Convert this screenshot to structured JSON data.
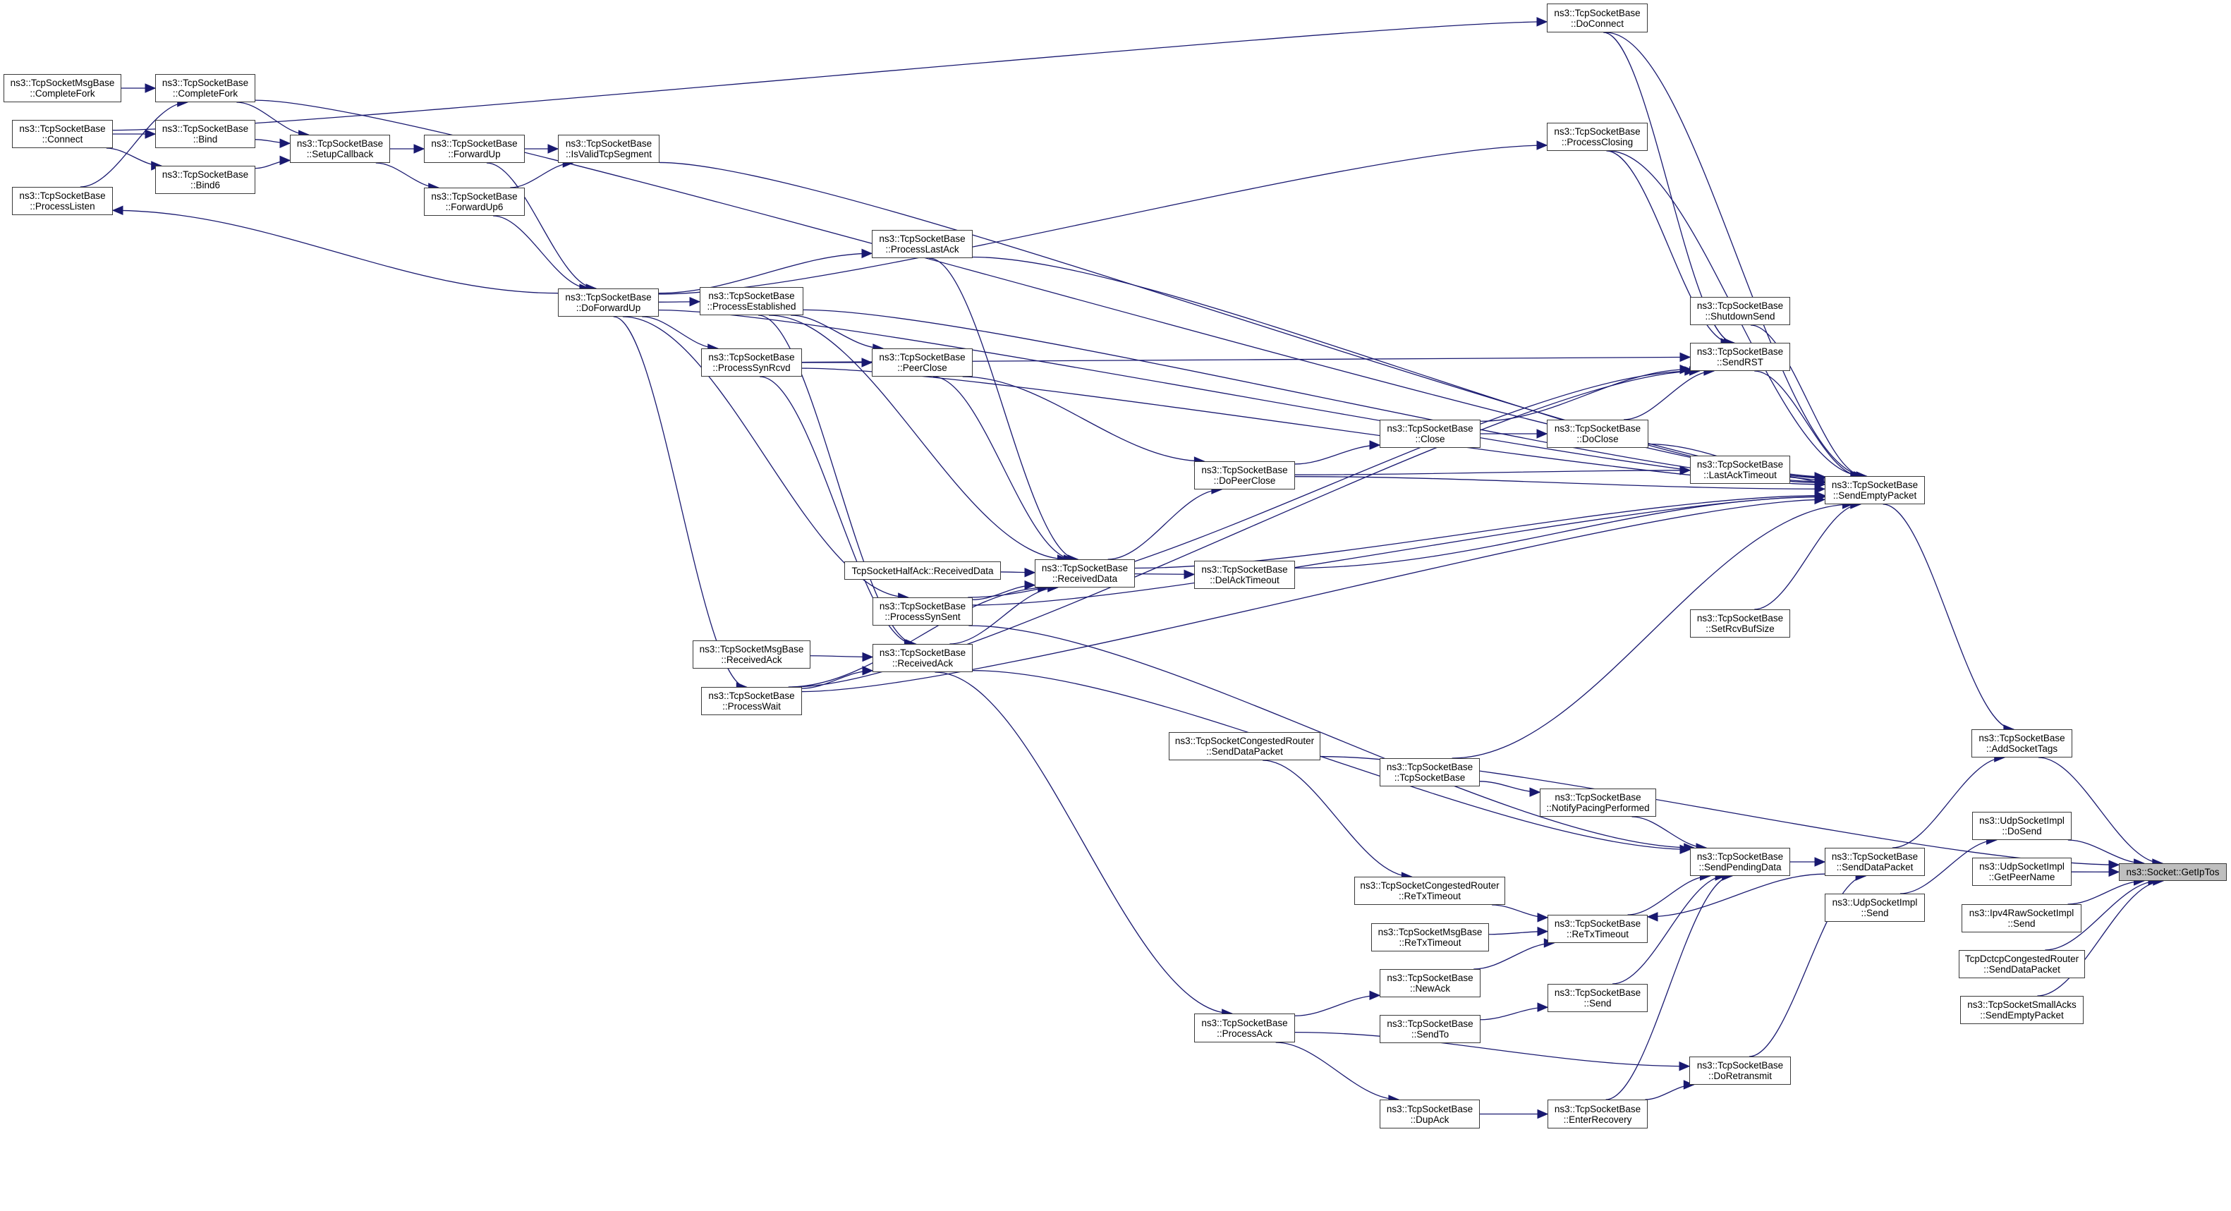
{
  "graph": {
    "title": "Caller graph of ns3::Socket::GetIpTos",
    "root": "getiptos",
    "edge_color": "#191970",
    "root_fill": "#bfbfbf",
    "nodes": [
      {
        "id": "msg_completefork",
        "line1": "ns3::TcpSocketMsgBase",
        "line2": "::CompleteFork"
      },
      {
        "id": "completefork",
        "line1": "ns3::TcpSocketBase",
        "line2": "::CompleteFork"
      },
      {
        "id": "connect",
        "line1": "ns3::TcpSocketBase",
        "line2": "::Connect"
      },
      {
        "id": "processlisten",
        "line1": "ns3::TcpSocketBase",
        "line2": "::ProcessListen"
      },
      {
        "id": "bind",
        "line1": "ns3::TcpSocketBase",
        "line2": "::Bind"
      },
      {
        "id": "bind6",
        "line1": "ns3::TcpSocketBase",
        "line2": "::Bind6"
      },
      {
        "id": "setupcallback",
        "line1": "ns3::TcpSocketBase",
        "line2": "::SetupCallback"
      },
      {
        "id": "forwardup",
        "line1": "ns3::TcpSocketBase",
        "line2": "::ForwardUp"
      },
      {
        "id": "isvalidtcpsegment",
        "line1": "ns3::TcpSocketBase",
        "line2": "::IsValidTcpSegment"
      },
      {
        "id": "forwardup6",
        "line1": "ns3::TcpSocketBase",
        "line2": "::ForwardUp6"
      },
      {
        "id": "doforwardup",
        "line1": "ns3::TcpSocketBase",
        "line2": "::DoForwardUp"
      },
      {
        "id": "processlastack",
        "line1": "ns3::TcpSocketBase",
        "line2": "::ProcessLastAck"
      },
      {
        "id": "processestablished",
        "line1": "ns3::TcpSocketBase",
        "line2": "::ProcessEstablished"
      },
      {
        "id": "processsynrcvd",
        "line1": "ns3::TcpSocketBase",
        "line2": "::ProcessSynRcvd"
      },
      {
        "id": "peerclose",
        "line1": "ns3::TcpSocketBase",
        "line2": "::PeerClose"
      },
      {
        "id": "halfack_receiveddata",
        "line1": "TcpSocketHalfAck::ReceivedData",
        "line2": ""
      },
      {
        "id": "receiveddata",
        "line1": "ns3::TcpSocketBase",
        "line2": "::ReceivedData"
      },
      {
        "id": "processsynsent",
        "line1": "ns3::TcpSocketBase",
        "line2": "::ProcessSynSent"
      },
      {
        "id": "receivedack",
        "line1": "ns3::TcpSocketBase",
        "line2": "::ReceivedAck"
      },
      {
        "id": "msg_receivedack",
        "line1": "ns3::TcpSocketMsgBase",
        "line2": "::ReceivedAck"
      },
      {
        "id": "processwait",
        "line1": "ns3::TcpSocketBase",
        "line2": "::ProcessWait"
      },
      {
        "id": "dopeerclose",
        "line1": "ns3::TcpSocketBase",
        "line2": "::DoPeerClose"
      },
      {
        "id": "close",
        "line1": "ns3::TcpSocketBase",
        "line2": "::Close"
      },
      {
        "id": "delacktimeout",
        "line1": "ns3::TcpSocketBase",
        "line2": "::DelAckTimeout"
      },
      {
        "id": "doclose",
        "line1": "ns3::TcpSocketBase",
        "line2": "::DoClose"
      },
      {
        "id": "doconnect",
        "line1": "ns3::TcpSocketBase",
        "line2": "::DoConnect"
      },
      {
        "id": "processclosing",
        "line1": "ns3::TcpSocketBase",
        "line2": "::ProcessClosing"
      },
      {
        "id": "shutdownsend",
        "line1": "ns3::TcpSocketBase",
        "line2": "::ShutdownSend"
      },
      {
        "id": "sendrst",
        "line1": "ns3::TcpSocketBase",
        "line2": "::SendRST"
      },
      {
        "id": "lastacktimeout",
        "line1": "ns3::TcpSocketBase",
        "line2": "::LastAckTimeout"
      },
      {
        "id": "setrcvbufsize",
        "line1": "ns3::TcpSocketBase",
        "line2": "::SetRcvBufSize"
      },
      {
        "id": "sendemptypacket",
        "line1": "ns3::TcpSocketBase",
        "line2": "::SendEmptyPacket"
      },
      {
        "id": "cr_senddatapacket",
        "line1": "ns3::TcpSocketCongestedRouter",
        "line2": "::SendDataPacket"
      },
      {
        "id": "tcpsocketbase_ctor",
        "line1": "ns3::TcpSocketBase",
        "line2": "::TcpSocketBase"
      },
      {
        "id": "notifypacingperformed",
        "line1": "ns3::TcpSocketBase",
        "line2": "::NotifyPacingPerformed"
      },
      {
        "id": "cr_retxtimeout",
        "line1": "ns3::TcpSocketCongestedRouter",
        "line2": "::ReTxTimeout"
      },
      {
        "id": "sendpendingdata",
        "line1": "ns3::TcpSocketBase",
        "line2": "::SendPendingData"
      },
      {
        "id": "senddatapacket",
        "line1": "ns3::TcpSocketBase",
        "line2": "::SendDataPacket"
      },
      {
        "id": "udp_send",
        "line1": "ns3::UdpSocketImpl",
        "line2": "::Send"
      },
      {
        "id": "retxtimeout",
        "line1": "ns3::TcpSocketBase",
        "line2": "::ReTxTimeout"
      },
      {
        "id": "msg_retxtimeout",
        "line1": "ns3::TcpSocketMsgBase",
        "line2": "::ReTxTimeout"
      },
      {
        "id": "newack",
        "line1": "ns3::TcpSocketBase",
        "line2": "::NewAck"
      },
      {
        "id": "send",
        "line1": "ns3::TcpSocketBase",
        "line2": "::Send"
      },
      {
        "id": "sendto",
        "line1": "ns3::TcpSocketBase",
        "line2": "::SendTo"
      },
      {
        "id": "doretransmit",
        "line1": "ns3::TcpSocketBase",
        "line2": "::DoRetransmit"
      },
      {
        "id": "processack",
        "line1": "ns3::TcpSocketBase",
        "line2": "::ProcessAck"
      },
      {
        "id": "dupack",
        "line1": "ns3::TcpSocketBase",
        "line2": "::DupAck"
      },
      {
        "id": "enterrecovery",
        "line1": "ns3::TcpSocketBase",
        "line2": "::EnterRecovery"
      },
      {
        "id": "addsockettags",
        "line1": "ns3::TcpSocketBase",
        "line2": "::AddSocketTags"
      },
      {
        "id": "udp_dosend",
        "line1": "ns3::UdpSocketImpl",
        "line2": "::DoSend"
      },
      {
        "id": "udp_getpeername",
        "line1": "ns3::UdpSocketImpl",
        "line2": "::GetPeerName"
      },
      {
        "id": "getiptos",
        "line1": "ns3::Socket::GetIpTos",
        "line2": ""
      },
      {
        "id": "ipv4raw_send",
        "line1": "ns3::Ipv4RawSocketImpl",
        "line2": "::Send"
      },
      {
        "id": "dctcp_senddatapacket",
        "line1": "TcpDctcpCongestedRouter",
        "line2": "::SendDataPacket"
      },
      {
        "id": "smallacks_sendemptypacket",
        "line1": "ns3::TcpSocketSmallAcks",
        "line2": "::SendEmptyPacket"
      }
    ],
    "edges": [
      [
        "msg_completefork",
        "completefork"
      ],
      [
        "processlisten",
        "completefork"
      ],
      [
        "connect",
        "bind"
      ],
      [
        "connect",
        "bind6"
      ],
      [
        "connect",
        "doconnect"
      ],
      [
        "completefork",
        "setupcallback"
      ],
      [
        "bind",
        "setupcallback"
      ],
      [
        "bind6",
        "setupcallback"
      ],
      [
        "completefork",
        "sendemptypacket"
      ],
      [
        "setupcallback",
        "forwardup"
      ],
      [
        "setupcallback",
        "forwardup6"
      ],
      [
        "forwardup",
        "isvalidtcpsegment"
      ],
      [
        "forwardup6",
        "isvalidtcpsegment"
      ],
      [
        "forwardup",
        "doforwardup"
      ],
      [
        "forwardup6",
        "doforwardup"
      ],
      [
        "isvalidtcpsegment",
        "sendemptypacket"
      ],
      [
        "doforwardup",
        "processlisten"
      ],
      [
        "doforwardup",
        "processlastack"
      ],
      [
        "doforwardup",
        "processestablished"
      ],
      [
        "doforwardup",
        "processsynrcvd"
      ],
      [
        "doforwardup",
        "processsynsent"
      ],
      [
        "doforwardup",
        "processwait"
      ],
      [
        "doforwardup",
        "processclosing"
      ],
      [
        "doforwardup",
        "sendemptypacket"
      ],
      [
        "processestablished",
        "peerclose"
      ],
      [
        "processestablished",
        "receiveddata"
      ],
      [
        "processestablished",
        "receivedack"
      ],
      [
        "processestablished",
        "sendemptypacket"
      ],
      [
        "processsynrcvd",
        "peerclose"
      ],
      [
        "processsynrcvd",
        "receivedack"
      ],
      [
        "processsynrcvd",
        "sendemptypacket"
      ],
      [
        "processsynrcvd",
        "sendrst"
      ],
      [
        "processlastack",
        "receiveddata"
      ],
      [
        "processlastack",
        "sendemptypacket"
      ],
      [
        "peerclose",
        "dopeerclose"
      ],
      [
        "peerclose",
        "receiveddata"
      ],
      [
        "halfack_receiveddata",
        "receiveddata"
      ],
      [
        "processsynsent",
        "receiveddata"
      ],
      [
        "processsynsent",
        "sendrst"
      ],
      [
        "processsynsent",
        "sendemptypacket"
      ],
      [
        "processsynsent",
        "sendpendingdata"
      ],
      [
        "receivedack",
        "receiveddata"
      ],
      [
        "receivedack",
        "processack"
      ],
      [
        "receivedack",
        "sendpendingdata"
      ],
      [
        "msg_receivedack",
        "receivedack"
      ],
      [
        "processwait",
        "receivedack"
      ],
      [
        "processwait",
        "receiveddata"
      ],
      [
        "processwait",
        "sendrst"
      ],
      [
        "processwait",
        "sendemptypacket"
      ],
      [
        "receiveddata",
        "dopeerclose"
      ],
      [
        "receiveddata",
        "delacktimeout"
      ],
      [
        "receiveddata",
        "sendemptypacket"
      ],
      [
        "dopeerclose",
        "close"
      ],
      [
        "dopeerclose",
        "lastacktimeout"
      ],
      [
        "dopeerclose",
        "sendemptypacket"
      ],
      [
        "close",
        "doclose"
      ],
      [
        "close",
        "sendrst"
      ],
      [
        "doclose",
        "sendrst"
      ],
      [
        "doclose",
        "sendemptypacket"
      ],
      [
        "doconnect",
        "sendemptypacket"
      ],
      [
        "doconnect",
        "sendrst"
      ],
      [
        "processclosing",
        "sendemptypacket"
      ],
      [
        "processclosing",
        "sendrst"
      ],
      [
        "shutdownsend",
        "sendemptypacket"
      ],
      [
        "sendrst",
        "sendemptypacket"
      ],
      [
        "lastacktimeout",
        "sendemptypacket"
      ],
      [
        "delacktimeout",
        "sendemptypacket"
      ],
      [
        "setrcvbufsize",
        "sendemptypacket"
      ],
      [
        "sendemptypacket",
        "addsockettags"
      ],
      [
        "cr_senddatapacket",
        "getiptos"
      ],
      [
        "cr_senddatapacket",
        "cr_retxtimeout"
      ],
      [
        "tcpsocketbase_ctor",
        "notifypacingperformed"
      ],
      [
        "tcpsocketbase_ctor",
        "sendemptypacket"
      ],
      [
        "notifypacingperformed",
        "sendpendingdata"
      ],
      [
        "cr_retxtimeout",
        "retxtimeout"
      ],
      [
        "msg_retxtimeout",
        "retxtimeout"
      ],
      [
        "newack",
        "retxtimeout"
      ],
      [
        "retxtimeout",
        "sendpendingdata"
      ],
      [
        "senddatapacket",
        "retxtimeout"
      ],
      [
        "send",
        "sendpendingdata"
      ],
      [
        "sendto",
        "send"
      ],
      [
        "processack",
        "newack"
      ],
      [
        "processack",
        "dupack"
      ],
      [
        "processack",
        "doretransmit"
      ],
      [
        "dupack",
        "enterrecovery"
      ],
      [
        "enterrecovery",
        "doretransmit"
      ],
      [
        "enterrecovery",
        "sendpendingdata"
      ],
      [
        "doretransmit",
        "senddatapacket"
      ],
      [
        "sendpendingdata",
        "senddatapacket"
      ],
      [
        "senddatapacket",
        "addsockettags"
      ],
      [
        "addsockettags",
        "getiptos"
      ],
      [
        "udp_send",
        "udp_dosend"
      ],
      [
        "udp_dosend",
        "getiptos"
      ],
      [
        "udp_getpeername",
        "getiptos"
      ],
      [
        "ipv4raw_send",
        "getiptos"
      ],
      [
        "dctcp_senddatapacket",
        "getiptos"
      ],
      [
        "smallacks_sendemptypacket",
        "getiptos"
      ]
    ]
  }
}
